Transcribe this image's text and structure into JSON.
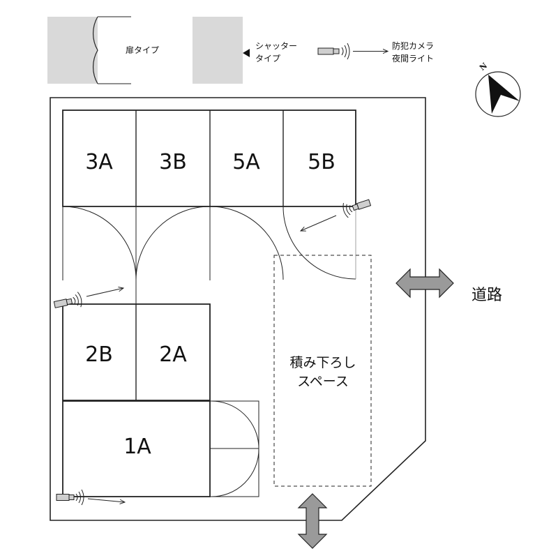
{
  "legend": {
    "door_type": "扉タイプ",
    "shutter_type": [
      "シャッター",
      "タイプ"
    ],
    "camera": [
      "防犯カメラ",
      "夜間ライト"
    ]
  },
  "compass": {
    "north_label": "N"
  },
  "road_label": "道路",
  "loading_space": [
    "積み下ろし",
    "スペース"
  ],
  "units": {
    "3A": "3A",
    "3B": "3B",
    "5A": "5A",
    "5B": "5B",
    "2B": "2B",
    "2A": "2A",
    "1A": "1A"
  },
  "colors": {
    "door_gray": "#d9d9d9",
    "arrow_gray": "#9a9a9a",
    "line": "#222222"
  }
}
